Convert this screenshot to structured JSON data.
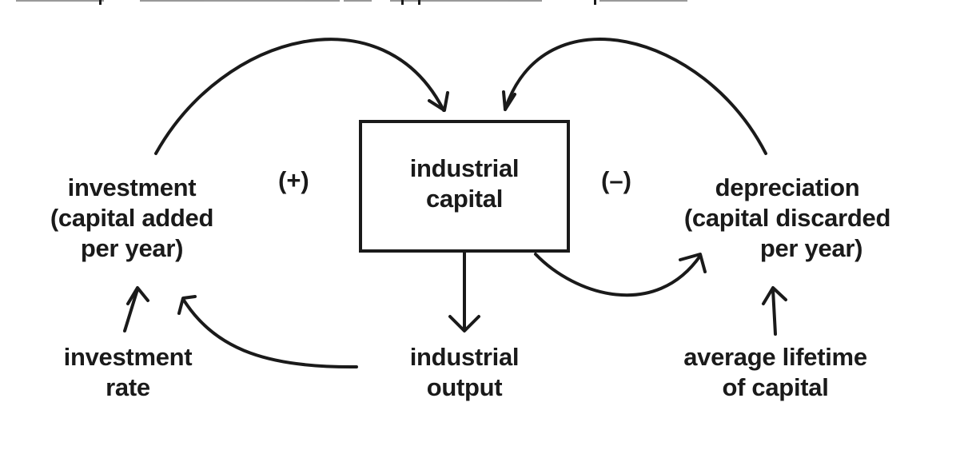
{
  "diagram": {
    "type": "causal-loop",
    "stock": {
      "lines": [
        "industrial",
        "capital"
      ]
    },
    "nodes": {
      "investment": {
        "lines": [
          "investment",
          "(capital added",
          "per year)"
        ]
      },
      "depreciation": {
        "lines": [
          "depreciation",
          "(capital discarded",
          "per year)"
        ]
      },
      "investment_rate": {
        "lines": [
          "investment",
          "rate"
        ]
      },
      "industrial_output": {
        "lines": [
          "industrial",
          "output"
        ]
      },
      "avg_lifetime": {
        "lines": [
          "average lifetime",
          "of capital"
        ]
      }
    },
    "loop_signs": {
      "reinforcing": "(+)",
      "balancing": "(–)"
    },
    "edges": [
      {
        "from": "investment",
        "to": "industrial capital"
      },
      {
        "from": "depreciation",
        "to": "industrial capital"
      },
      {
        "from": "industrial capital",
        "to": "depreciation"
      },
      {
        "from": "industrial capital",
        "to": "industrial output"
      },
      {
        "from": "industrial output",
        "to": "investment"
      },
      {
        "from": "investment rate",
        "to": "investment"
      },
      {
        "from": "average lifetime of capital",
        "to": "depreciation"
      }
    ],
    "colors": {
      "ink": "#1a1a1a",
      "background": "#ffffff"
    }
  }
}
